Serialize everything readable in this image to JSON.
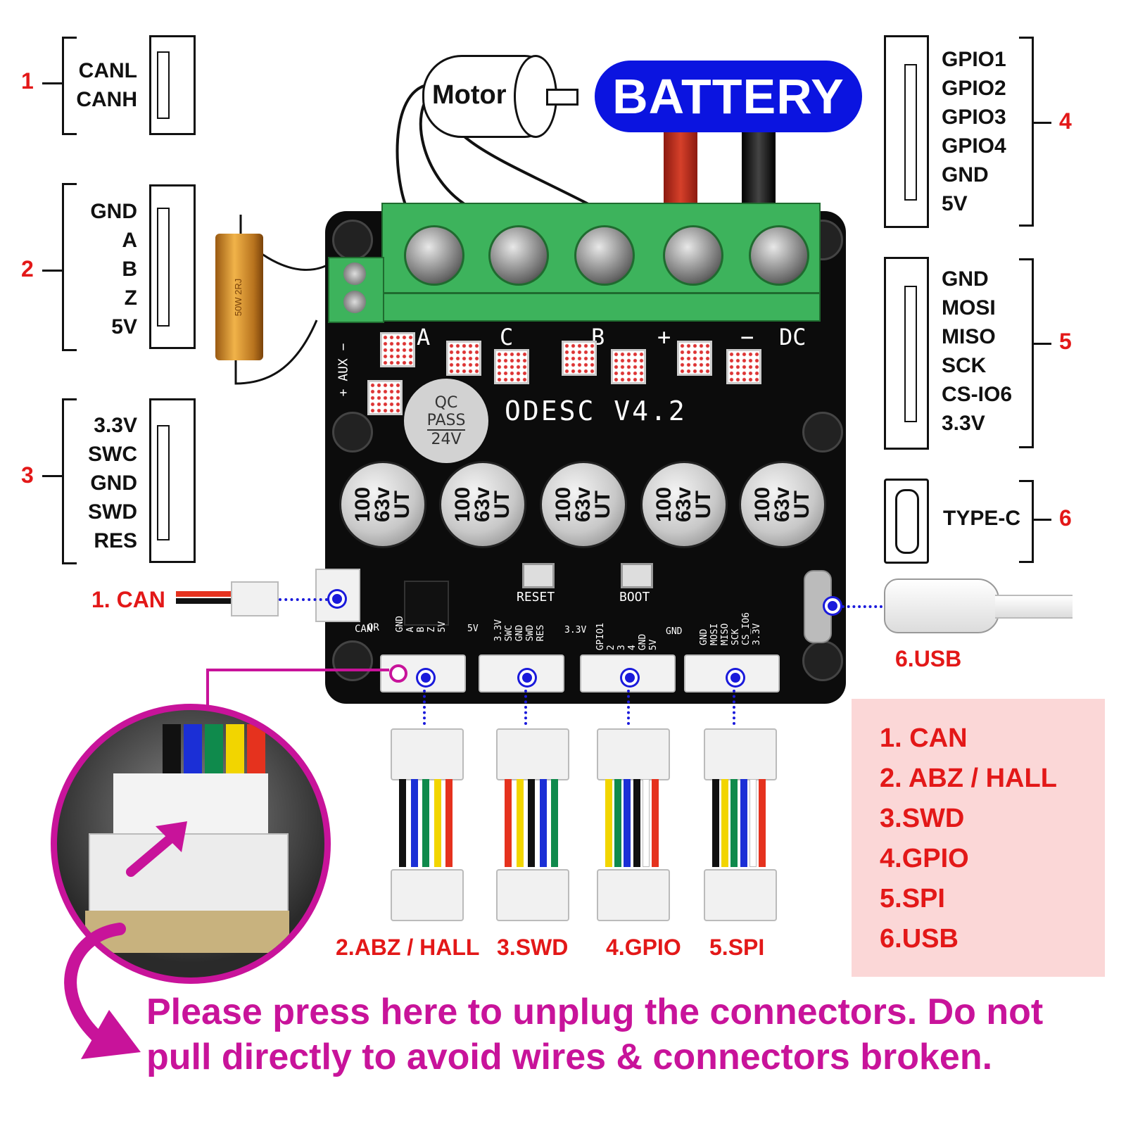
{
  "connectors_left": [
    {
      "number": "1",
      "pins": [
        "CANL",
        "CANH"
      ]
    },
    {
      "number": "2",
      "pins": [
        "GND",
        "A",
        "B",
        "Z",
        "5V"
      ]
    },
    {
      "number": "3",
      "pins": [
        "3.3V",
        "SWC",
        "GND",
        "SWD",
        "RES"
      ]
    }
  ],
  "connectors_right": [
    {
      "number": "4",
      "pins": [
        "GPIO1",
        "GPIO2",
        "GPIO3",
        "GPIO4",
        "GND",
        "5V"
      ]
    },
    {
      "number": "5",
      "pins": [
        "GND",
        "MOSI",
        "MISO",
        "SCK",
        "CS-IO6",
        "3.3V"
      ]
    },
    {
      "number": "6",
      "pins": [
        "TYPE-C"
      ]
    }
  ],
  "top": {
    "motor": "Motor",
    "battery": "BATTERY"
  },
  "board": {
    "name": "ODESC V4.2",
    "qc_badge": [
      "QC",
      "PASS",
      "24V"
    ],
    "terminal_labels": [
      "A",
      "C",
      "B",
      "+",
      "−",
      "DC"
    ],
    "aux": "+ AUX −",
    "capacitor": "100\n63v\nUT",
    "buttons": [
      "RESET",
      "BOOT"
    ],
    "can_silk": "CAN",
    "header_silk": [
      [
        "GND",
        "A",
        "B",
        "Z",
        "5V"
      ],
      [
        "3.3V",
        "SWC",
        "GND",
        "SWD",
        "RES"
      ],
      [
        "GPIO1",
        "2",
        "3",
        "4",
        "GND",
        "5V"
      ],
      [
        "GND",
        "MOSI",
        "MISO",
        "SCK",
        "CS_IO6",
        "3.3V"
      ]
    ],
    "extra_silk": [
      "5V",
      "3.3V",
      "GND",
      "OR"
    ],
    "resistor": "50W 2RJ"
  },
  "callouts": {
    "can": "1. CAN",
    "usb": "6.USB"
  },
  "cables": [
    {
      "label": "2.ABZ / HALL",
      "colors": [
        "#111111",
        "#1b2fd6",
        "#0f8a4c",
        "#f2d500",
        "#e5321e"
      ]
    },
    {
      "label": "3.SWD",
      "colors": [
        "#e5321e",
        "#f2d500",
        "#111111",
        "#1b2fd6",
        "#0f8a4c"
      ]
    },
    {
      "label": "4.GPIO",
      "colors": [
        "#f2d500",
        "#0f8a4c",
        "#1b2fd6",
        "#111111",
        "#ffffff",
        "#e5321e"
      ]
    },
    {
      "label": "5.SPI",
      "colors": [
        "#111111",
        "#f2d500",
        "#0f8a4c",
        "#1b2fd6",
        "#ffffff",
        "#e5321e"
      ]
    }
  ],
  "legend": [
    "1. CAN",
    "2. ABZ / HALL",
    "3.SWD",
    "4.GPIO",
    "5.SPI",
    "6.USB"
  ],
  "warning": [
    "Please press here to unplug the connectors. Do not",
    "pull directly to avoid wires & connectors broken."
  ],
  "colors": {
    "accent_red": "#e31818",
    "battery_blue": "#0b14e0",
    "magenta": "#c8139a",
    "legend_bg": "#fbd7d7",
    "terminal_green": "#3db35c"
  }
}
